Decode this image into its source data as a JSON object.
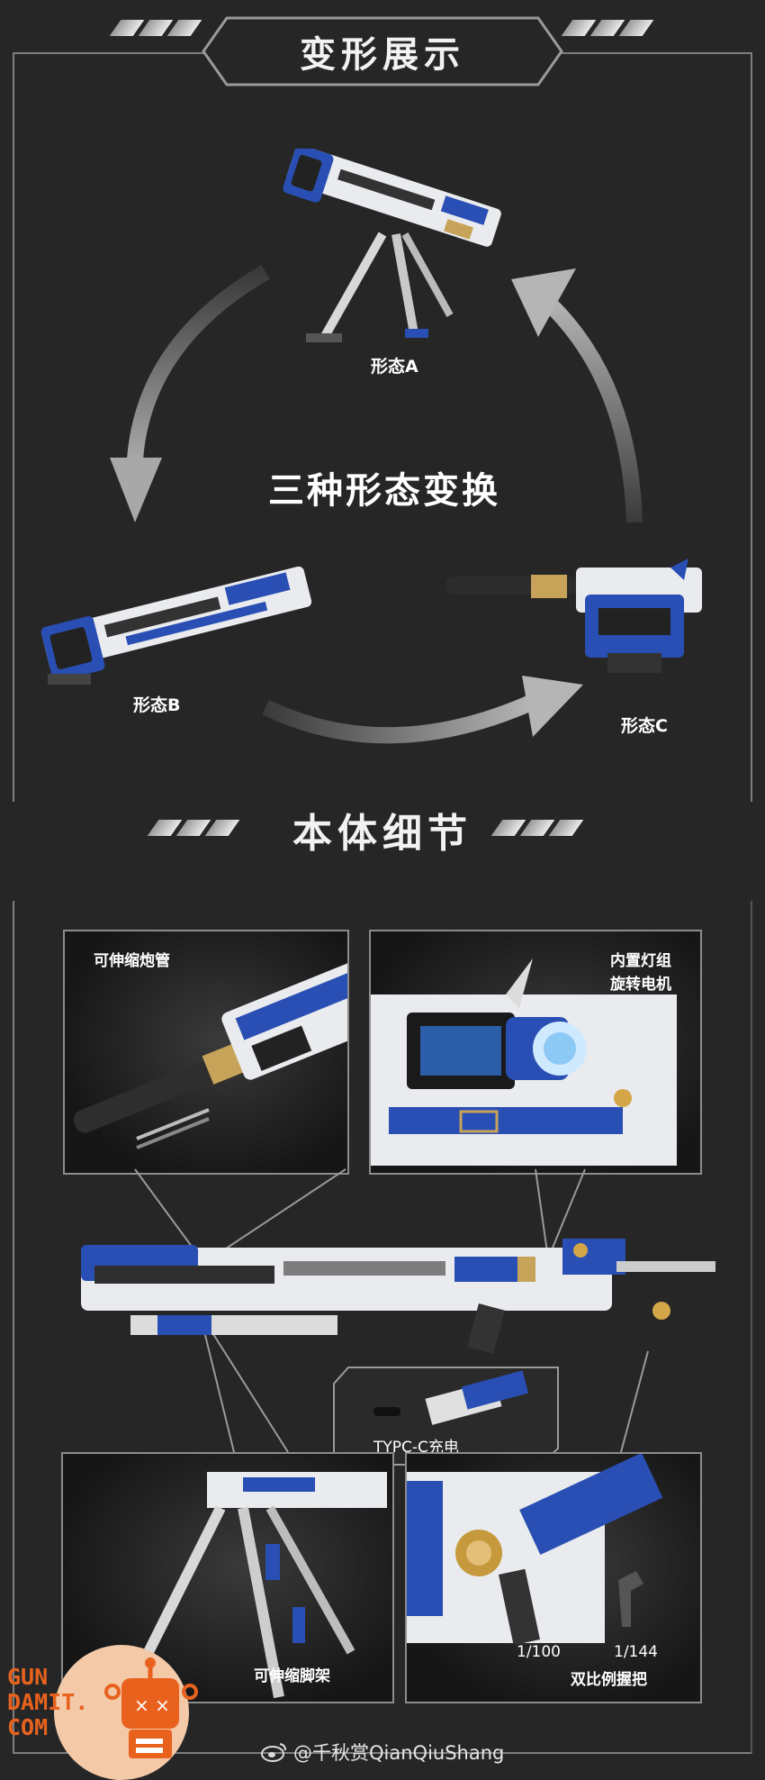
{
  "sections": {
    "transform": {
      "title": "变形展示",
      "center": "三种形态变换",
      "forms": [
        "形态A",
        "形态B",
        "形态C"
      ]
    },
    "details": {
      "title": "本体细节",
      "callouts": {
        "barrel": "可伸缩炮管",
        "light_line1": "内置灯组",
        "light_line2": "旋转电机",
        "typec": "TYPC-C充电",
        "tripod": "可伸缩脚架",
        "scale1": "1/100",
        "scale2": "1/144",
        "grip": "双比例握把"
      }
    }
  },
  "logo": {
    "line1": "GUN",
    "line2": "DAMIT.",
    "line3": "COM"
  },
  "watermark": "@千秋赏QianQiuShang",
  "colors": {
    "background": "#262626",
    "accent_blue": "#2a4fb4",
    "arrow_gray": "#9a9a9a",
    "logo_orange": "#e8621e"
  }
}
